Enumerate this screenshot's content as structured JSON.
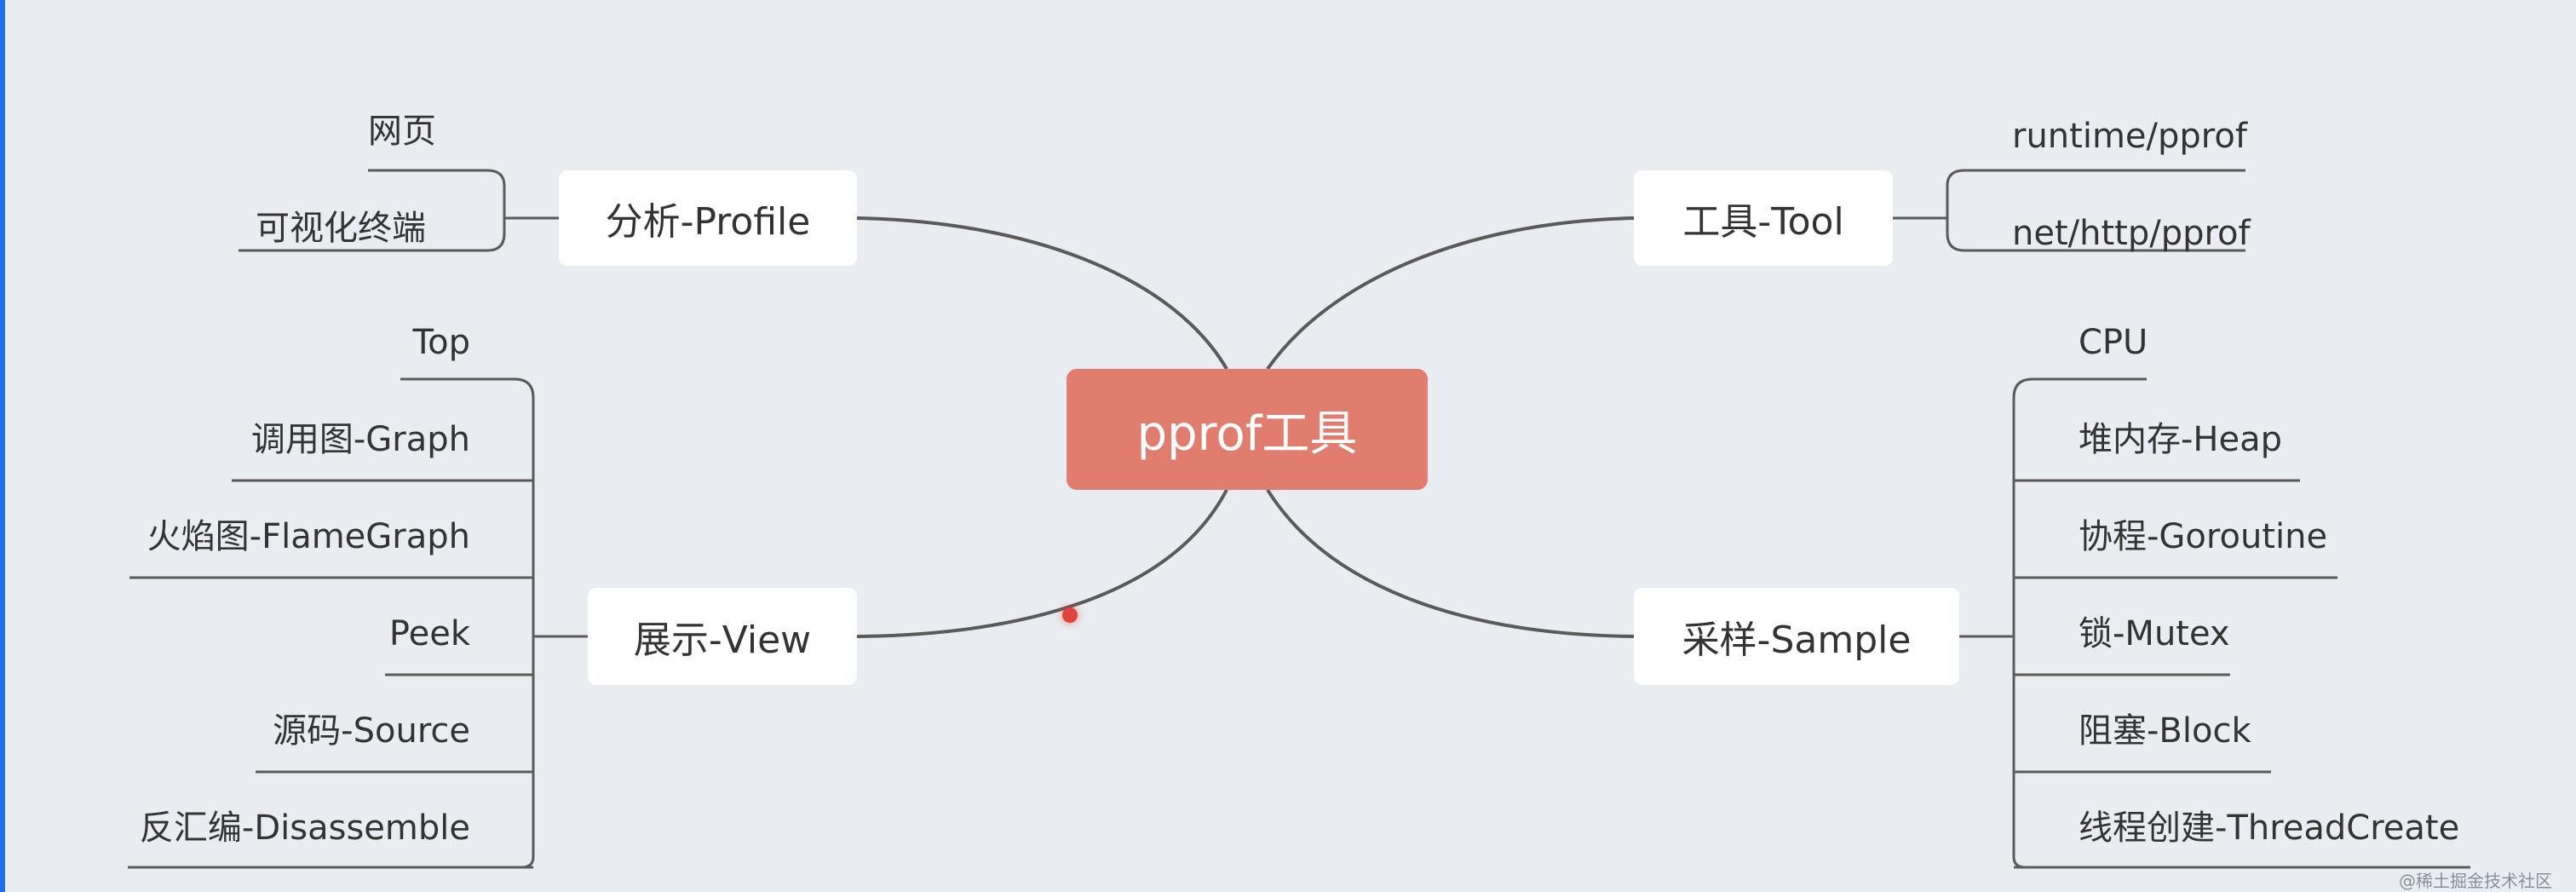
{
  "center": {
    "label": "pprof工具"
  },
  "branches": {
    "profile": {
      "label": "分析-Profile",
      "children": [
        "网页",
        "可视化终端"
      ]
    },
    "tool": {
      "label": "工具-Tool",
      "children": [
        "runtime/pprof",
        "net/http/pprof"
      ]
    },
    "view": {
      "label": "展示-View",
      "children": [
        "Top",
        "调用图-Graph",
        "火焰图-FlameGraph",
        "Peek",
        "源码-Source",
        "反汇编-Disassemble"
      ]
    },
    "sample": {
      "label": "采样-Sample",
      "children": [
        "CPU",
        "堆内存-Heap",
        "协程-Goroutine",
        "锁-Mutex",
        "阻塞-Block",
        "线程创建-ThreadCreate"
      ]
    }
  },
  "watermark": "@稀土掘金技术社区",
  "colors": {
    "center_fill": "#e07d6f",
    "background": "#e9edf2",
    "line": "#555555",
    "edge_bar": "#1f72e6"
  }
}
